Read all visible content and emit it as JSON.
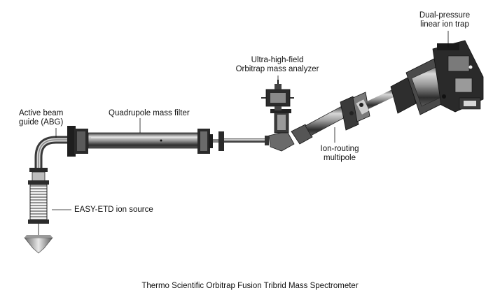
{
  "diagram": {
    "caption": "Thermo Scientific Orbitrap Fusion Tribrid Mass Spectrometer",
    "labels": {
      "abg_line1": "Active beam",
      "abg_line2": "guide (ABG)",
      "quadrupole": "Quadrupole mass filter",
      "orbitrap_line1": "Ultra-high-field",
      "orbitrap_line2": "Orbitrap mass analyzer",
      "iontrap_line1": "Dual-pressure",
      "iontrap_line2": "linear ion trap",
      "ionrouting_line1": "Ion-routing",
      "ionrouting_line2": "multipole",
      "source": "EASY-ETD ion source"
    }
  }
}
